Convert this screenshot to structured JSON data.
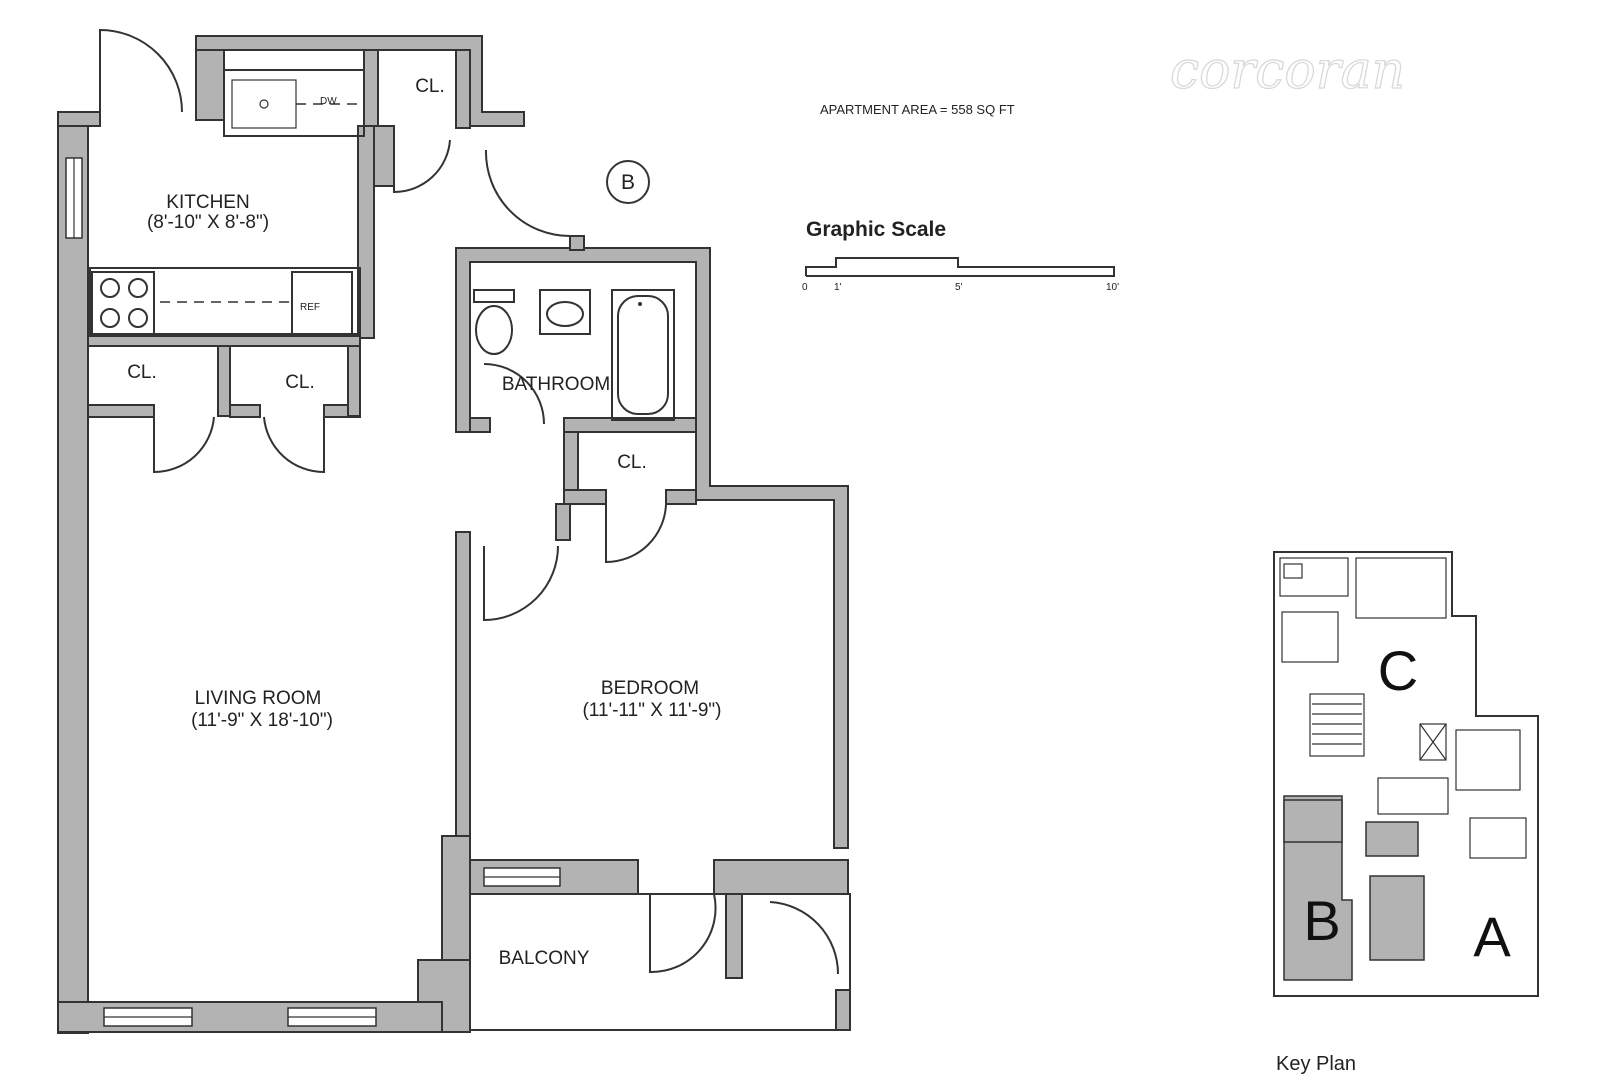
{
  "logo": "corcoran",
  "apartment_area": "APARTMENT AREA = 558 SQ FT",
  "unit_marker": "B",
  "graphic_scale": {
    "title": "Graphic Scale",
    "ticks": [
      "0",
      "1'",
      "5'",
      "10'"
    ]
  },
  "rooms": {
    "kitchen": {
      "name": "KITCHEN",
      "dims": "(8'-10\" X 8'-8\")"
    },
    "living": {
      "name": "LIVING ROOM",
      "dims": "(11'-9\" X 18'-10\")"
    },
    "bedroom": {
      "name": "BEDROOM",
      "dims": "(11'-11\" X 11'-9\")"
    },
    "bathroom": {
      "name": "BATHROOM"
    },
    "balcony": {
      "name": "BALCONY"
    },
    "closet": "CL."
  },
  "fixtures": {
    "dishwasher": "DW",
    "refrigerator": "REF"
  },
  "key_plan": {
    "title": "Key Plan",
    "units": [
      "C",
      "B",
      "A"
    ],
    "highlighted": "B"
  },
  "colors": {
    "wall": "#b3b3b3",
    "line": "#333333",
    "background": "#ffffff"
  }
}
